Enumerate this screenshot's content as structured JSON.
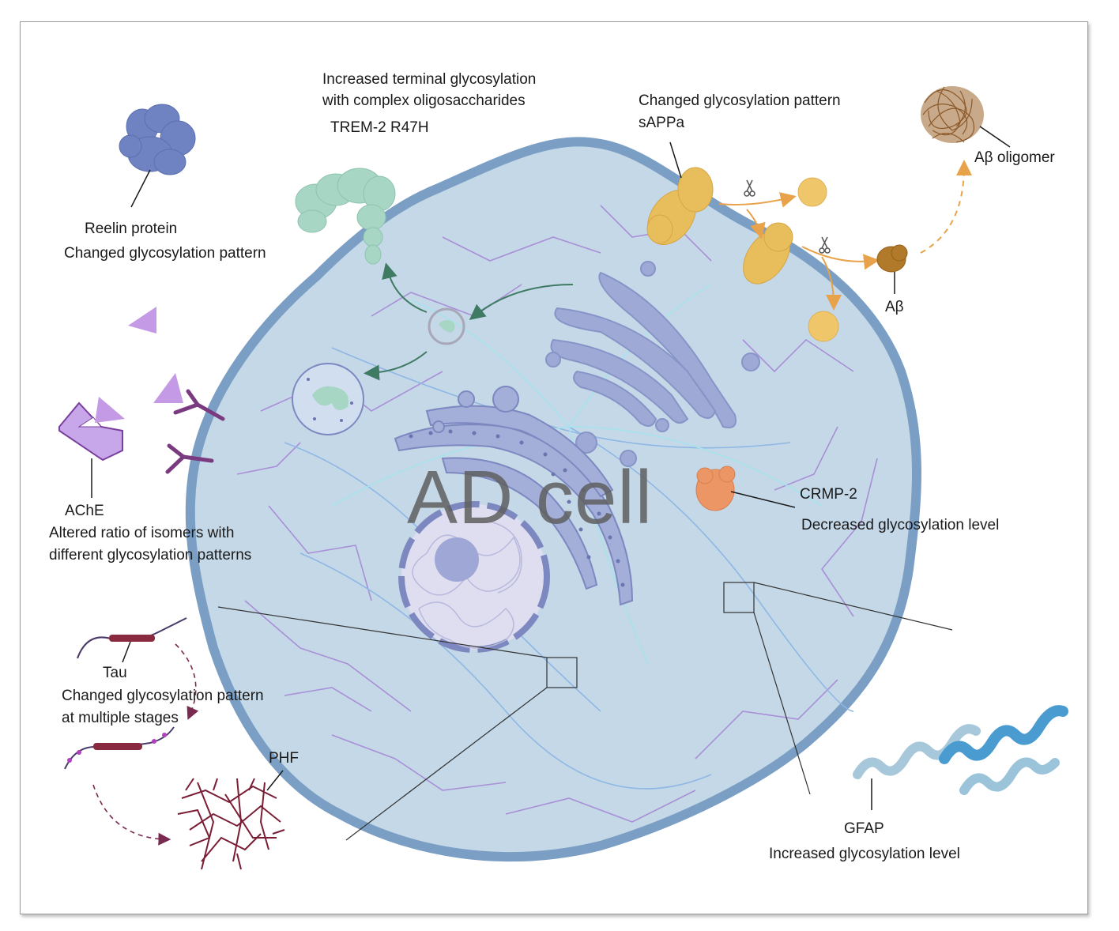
{
  "center_label": "AD cell",
  "labels": {
    "trem_desc_1": "Increased terminal glycosylation",
    "trem_desc_2": "with complex oligosaccharides",
    "trem_name": "TREM-2 R47H",
    "sappa_desc": "Changed glycosylation pattern",
    "sappa_name": "sAPPa",
    "abeta_oligomer": "Aβ oligomer",
    "abeta": "Aβ",
    "reelin_name": "Reelin protein",
    "reelin_desc": "Changed glycosylation pattern",
    "ache_name": "AChE",
    "ache_desc_1": "Altered ratio of  isomers with",
    "ache_desc_2": "different glycosylation patterns",
    "crmp_name": "CRMP-2",
    "crmp_desc": "Decreased glycosylation level",
    "tau_name": "Tau",
    "tau_desc_1": "Changed glycosylation pattern",
    "tau_desc_2": "at multiple stages",
    "phf_name": "PHF",
    "gfap_name": "GFAP",
    "gfap_desc": "Increased glycosylation level"
  },
  "colors": {
    "cell_fill": "#c4d8e8",
    "cell_border": "#7b9fc4",
    "organelle": "#9ea9d6",
    "trem": "#a7d6c4",
    "sappa": "#e8bd5c",
    "abeta": "#b07a2a",
    "oligomer": "#8b5a2b",
    "reelin": "#6f82c2",
    "ache": "#c7a6ea",
    "crmp": "#ec9666",
    "tau": "#8a2a40",
    "gfap": "#5aa6d3"
  }
}
